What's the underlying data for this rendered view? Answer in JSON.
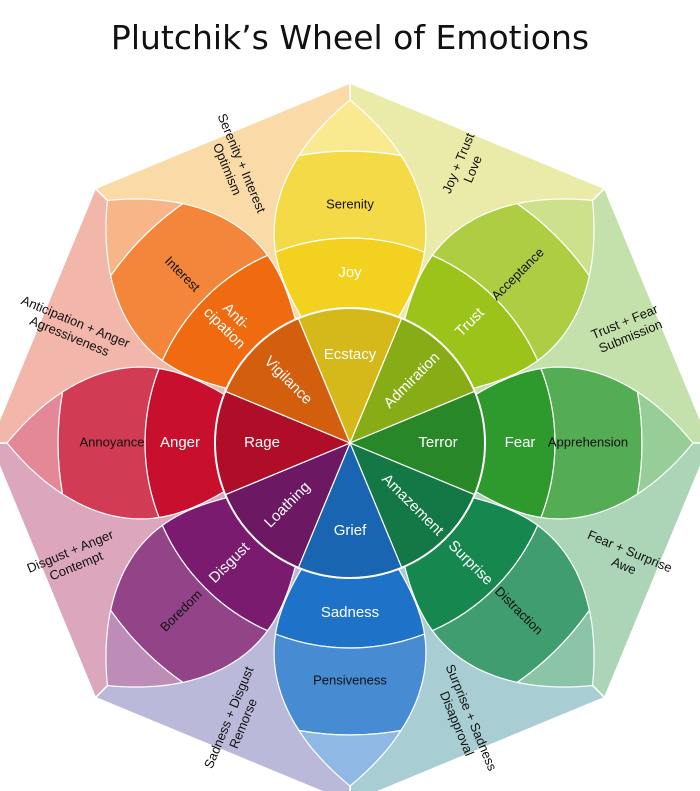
{
  "title": "Plutchik’s Wheel of Emotions",
  "colors": {
    "joy": "#f2d21e",
    "trust": "#9bc319",
    "fear": "#2e9a2e",
    "surprise": "#16884f",
    "sadness": "#1e73c9",
    "disgust": "#7b1b6f",
    "anger": "#c8102e",
    "anticipation": "#f06b10"
  },
  "petals": [
    {
      "key": "joy",
      "outer": "Serenity",
      "middle": "Joy",
      "inner": "Ecstacy"
    },
    {
      "key": "trust",
      "outer": "Acceptance",
      "middle": "Trust",
      "inner": "Admiration"
    },
    {
      "key": "fear",
      "outer": "Apprehension",
      "middle": "Fear",
      "inner": "Terror"
    },
    {
      "key": "surprise",
      "outer": "Distraction",
      "middle": "Surprise",
      "inner": "Amazement"
    },
    {
      "key": "sadness",
      "outer": "Pensiveness",
      "middle": "Sadness",
      "inner": "Grief"
    },
    {
      "key": "disgust",
      "outer": "Boredom",
      "middle": "Disgust",
      "inner": "Loathing"
    },
    {
      "key": "anger",
      "outer": "Annoyance",
      "middle": "Anger",
      "inner": "Rage"
    },
    {
      "key": "anticipation",
      "outer": "Interest",
      "middle": "Anti-\ncipation",
      "inner": "Vigilance"
    }
  ],
  "dyads": [
    {
      "between": "anticipation-joy",
      "line1": "Serenity + Interest",
      "line2": "Optimism"
    },
    {
      "between": "joy-trust",
      "line1": "Joy + Trust",
      "line2": "Love"
    },
    {
      "between": "trust-fear",
      "line1": "Trust + Fear",
      "line2": "Submission"
    },
    {
      "between": "fear-surprise",
      "line1": "Fear + Surprise",
      "line2": "Awe"
    },
    {
      "between": "surprise-sadness",
      "line1": "Surprise + Sadness",
      "line2": "Disapproval"
    },
    {
      "between": "sadness-disgust",
      "line1": "Sadness + Disgust",
      "line2": "Remorse"
    },
    {
      "between": "disgust-anger",
      "line1": "Disgust + Anger",
      "line2": "Contempt"
    },
    {
      "between": "anger-anticipation",
      "line1": "Anticipation + Anger",
      "line2": "Agressiveness"
    }
  ]
}
